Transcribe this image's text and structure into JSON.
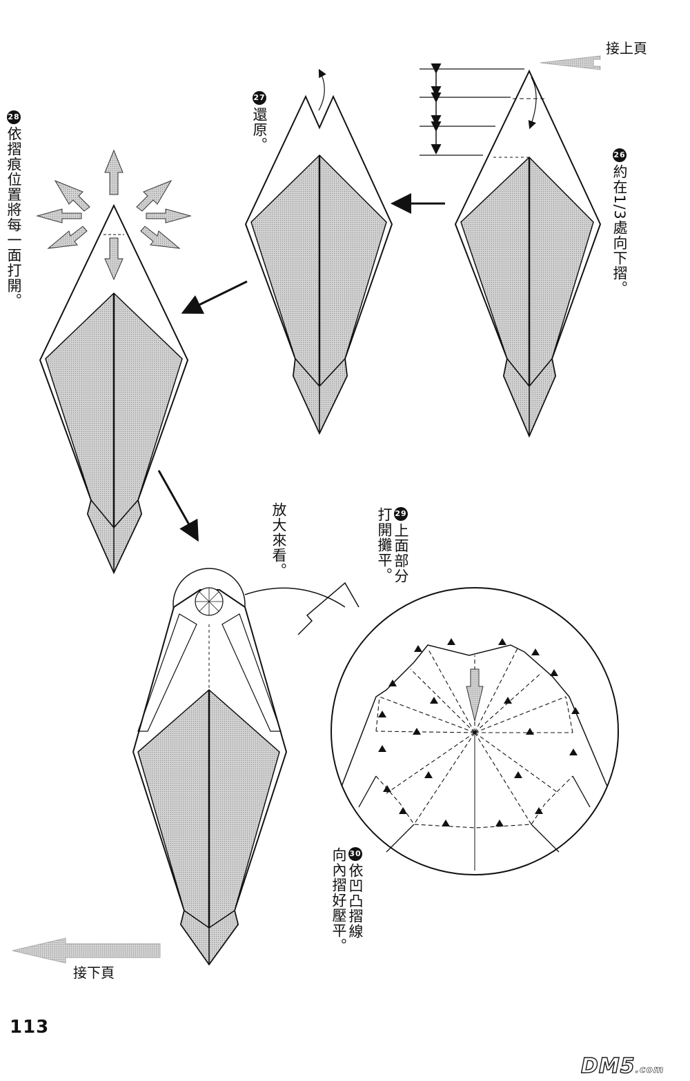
{
  "navigation": {
    "continue_from_prev": "接上頁",
    "continue_to_next": "接下頁"
  },
  "steps": [
    {
      "number": "26",
      "text": "約在1/3處向下摺。"
    },
    {
      "number": "27",
      "text": "還原。"
    },
    {
      "number": "28",
      "text": "依摺痕位置將每一面打開。"
    },
    {
      "number": "29",
      "text_line1": "上面部分",
      "text_line2": "打開攤平。"
    },
    {
      "number": "30",
      "text_line1": "依凹凸摺線",
      "text_line2": "向內摺好壓平。"
    }
  ],
  "zoom_note": "放大來看。",
  "page_number": "113",
  "watermark": {
    "main": "DM5",
    "suffix": ".com"
  },
  "colors": {
    "paper_shade": "#c8c8c8",
    "line": "#111111",
    "arrow_gray": "#bdbdbd"
  }
}
